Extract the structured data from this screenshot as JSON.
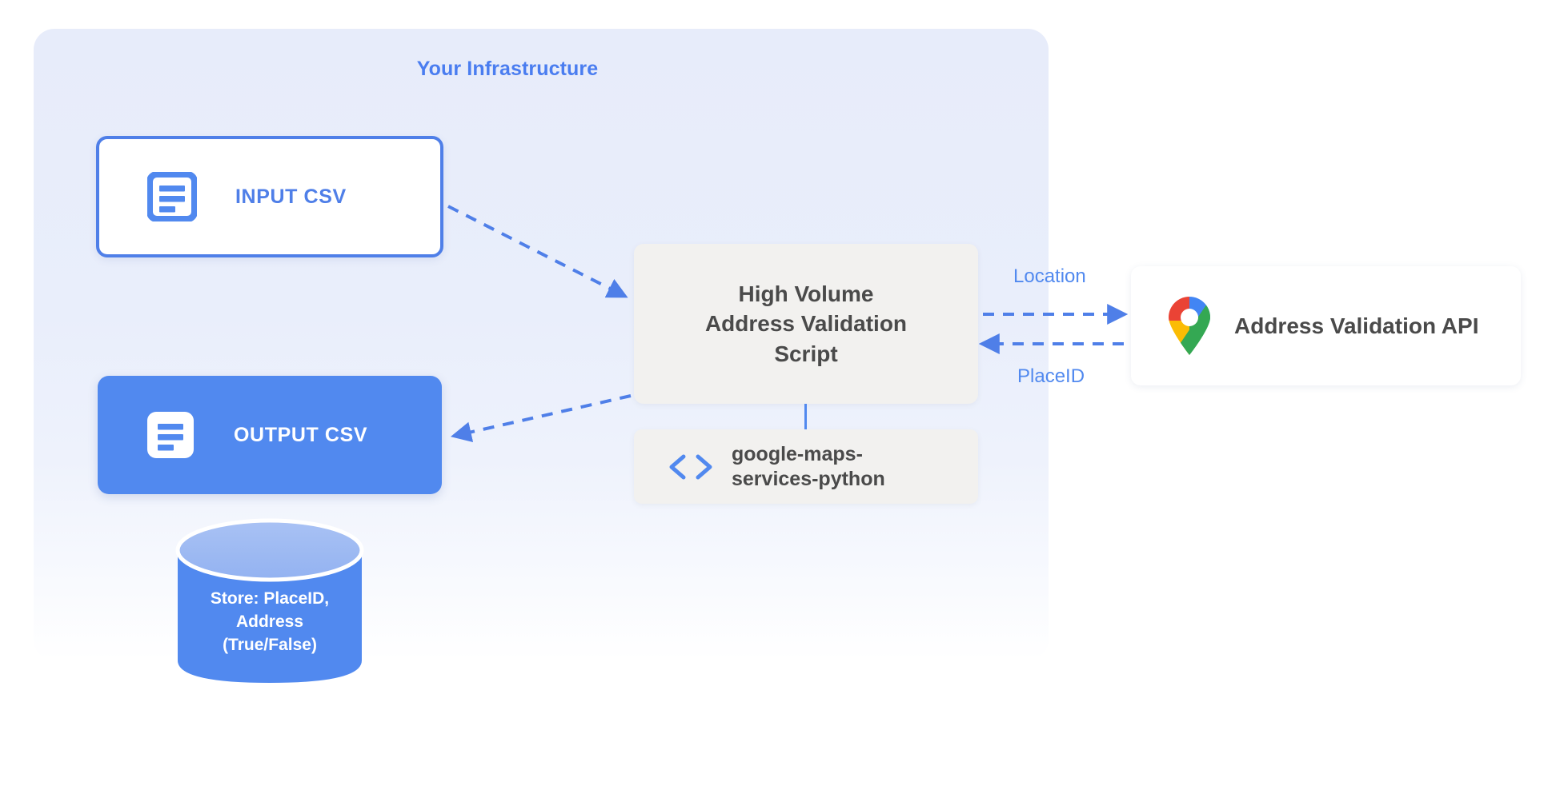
{
  "diagram": {
    "title": "Your Infrastructure",
    "panel": {
      "label": "your-infrastructure-panel"
    },
    "nodes": {
      "input_csv": {
        "label": "INPUT CSV",
        "icon": "document-icon"
      },
      "output_csv": {
        "label": "OUTPUT CSV",
        "icon": "document-icon"
      },
      "script": {
        "line1": "High Volume",
        "line2": "Address Validation",
        "line3": "Script"
      },
      "library": {
        "line1": "google-maps-",
        "line2": "services-python",
        "icon": "code-brackets-icon"
      },
      "api": {
        "label": "Address Validation API",
        "icon": "google-maps-pin-icon"
      },
      "database": {
        "line1": "Store: PlaceID,",
        "line2": "Address",
        "line3": "(True/False)"
      }
    },
    "edges": {
      "location": {
        "label": "Location",
        "direction": "script-to-api"
      },
      "placeid": {
        "label": "PlaceID",
        "direction": "api-to-script"
      },
      "input_to_script": {
        "label": "",
        "direction": "input-to-script"
      },
      "script_to_output": {
        "label": "",
        "direction": "script-to-output"
      }
    },
    "colors": {
      "accent_blue": "#5189ef",
      "label_blue": "#4a7df0",
      "panel_bg": "#e7ecfa",
      "box_gray": "#f2f1ef",
      "text_dark": "#4a4a4a",
      "maps_blue": "#4285f4",
      "maps_red": "#ea4335",
      "maps_yellow": "#fbbc04",
      "maps_green": "#34a853"
    }
  }
}
